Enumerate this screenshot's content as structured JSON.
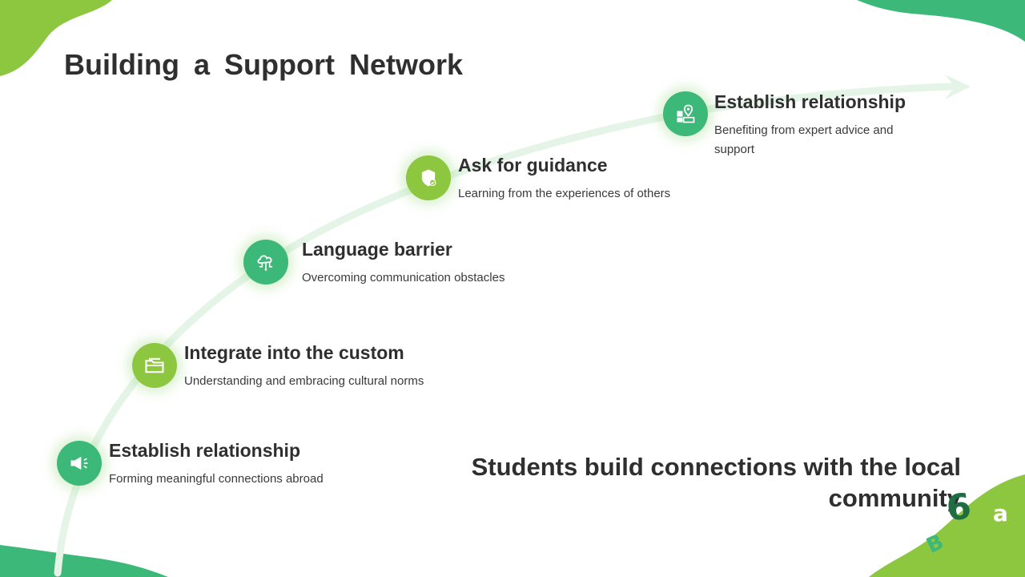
{
  "title": "Building  a  Support  Network",
  "colors": {
    "green": "#3cb878",
    "lime": "#8dc63f",
    "text": "#2f2f2f",
    "arc": "#e4f5e8"
  },
  "steps": [
    {
      "heading": "Establish relationship",
      "desc": "Forming meaningful connections abroad",
      "icon": "megaphone-icon",
      "color": "#3cb878"
    },
    {
      "heading": "Integrate into the custom",
      "desc": "Understanding and embracing cultural norms",
      "icon": "folder-icon",
      "color": "#8dc63f"
    },
    {
      "heading": "Language barrier",
      "desc": "Overcoming communication obstacles",
      "icon": "cloud-network-icon",
      "color": "#3cb878"
    },
    {
      "heading": "Ask for guidance",
      "desc": "Learning from the experiences of others",
      "icon": "shield-check-icon",
      "color": "#8dc63f"
    },
    {
      "heading": "Establish relationship",
      "desc": "Benefiting from expert advice and support",
      "icon": "map-pin-icon",
      "color": "#3cb878"
    }
  ],
  "caption": "Students build connections with the local community",
  "decor_letters": [
    "6",
    "a",
    "B"
  ]
}
